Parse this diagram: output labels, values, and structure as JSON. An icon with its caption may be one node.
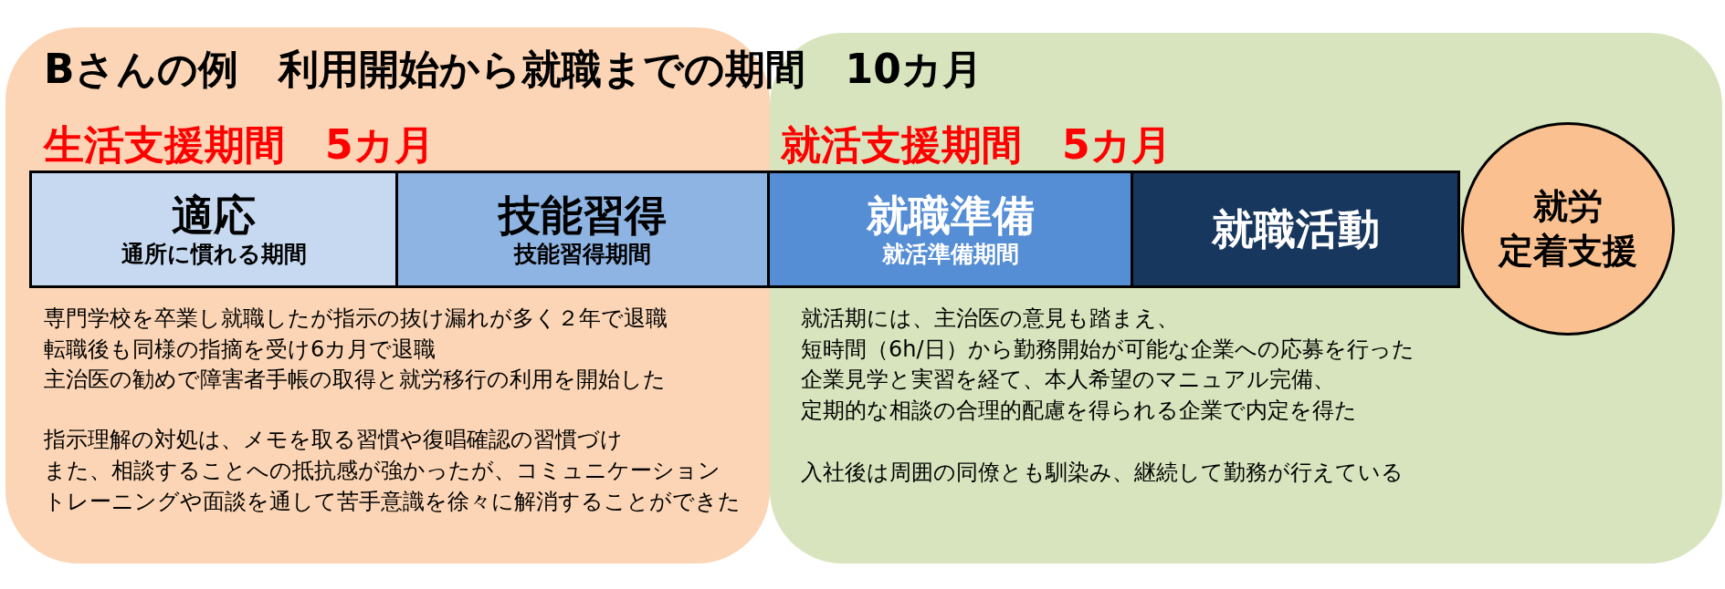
{
  "diagram": {
    "title": "Bさんの例　利用開始から就職までの期間　10カ月",
    "nodes": [
      {
        "text": [
          "生活支援期間　5カ月",
          "専門学校を卒業し就職したが指示の抜け漏れが多く２年で退職",
          "転職後も同様の指摘を受け6カ月で退職",
          "主治医の勧めで障害者手帳の取得と就労移行の利用を開始した",
          "指示理解の対処は、メモを取る習慣や復唱確認の習慣づけ",
          "また、相談することへの抵抗感が強かったが、コミュニケーショントレーニングや面談を通して苦手意識を徐々に解消することができた"
        ]
      },
      {
        "text": [
          "適応",
          "通所に慣れる期間"
        ],
        "in": 0
      },
      {
        "text": [
          "技能習得",
          "技能習得期間"
        ],
        "in": 0
      },
      {
        "text": [
          "就活支援期間　5カ月",
          "就活期には、主治医の意見も踏まえ、短時間（6h/日）から勤務開始が可能な企業への応募を行った",
          "企業見学と実習を経て、本人希望のマニュアル完備、定期的な相談の合理的配慮を得られる企業で内定を得た",
          "入社後は周囲の同僚とも馴染み、継続して勤務が行えている"
        ]
      },
      {
        "text": [
          "就職準備",
          "就活準備期間"
        ],
        "in": 3
      },
      {
        "text": [
          "就職活動"
        ],
        "in": 3
      },
      {
        "text": [
          "就労定着支援"
        ],
        "in": 3
      }
    ]
  }
}
